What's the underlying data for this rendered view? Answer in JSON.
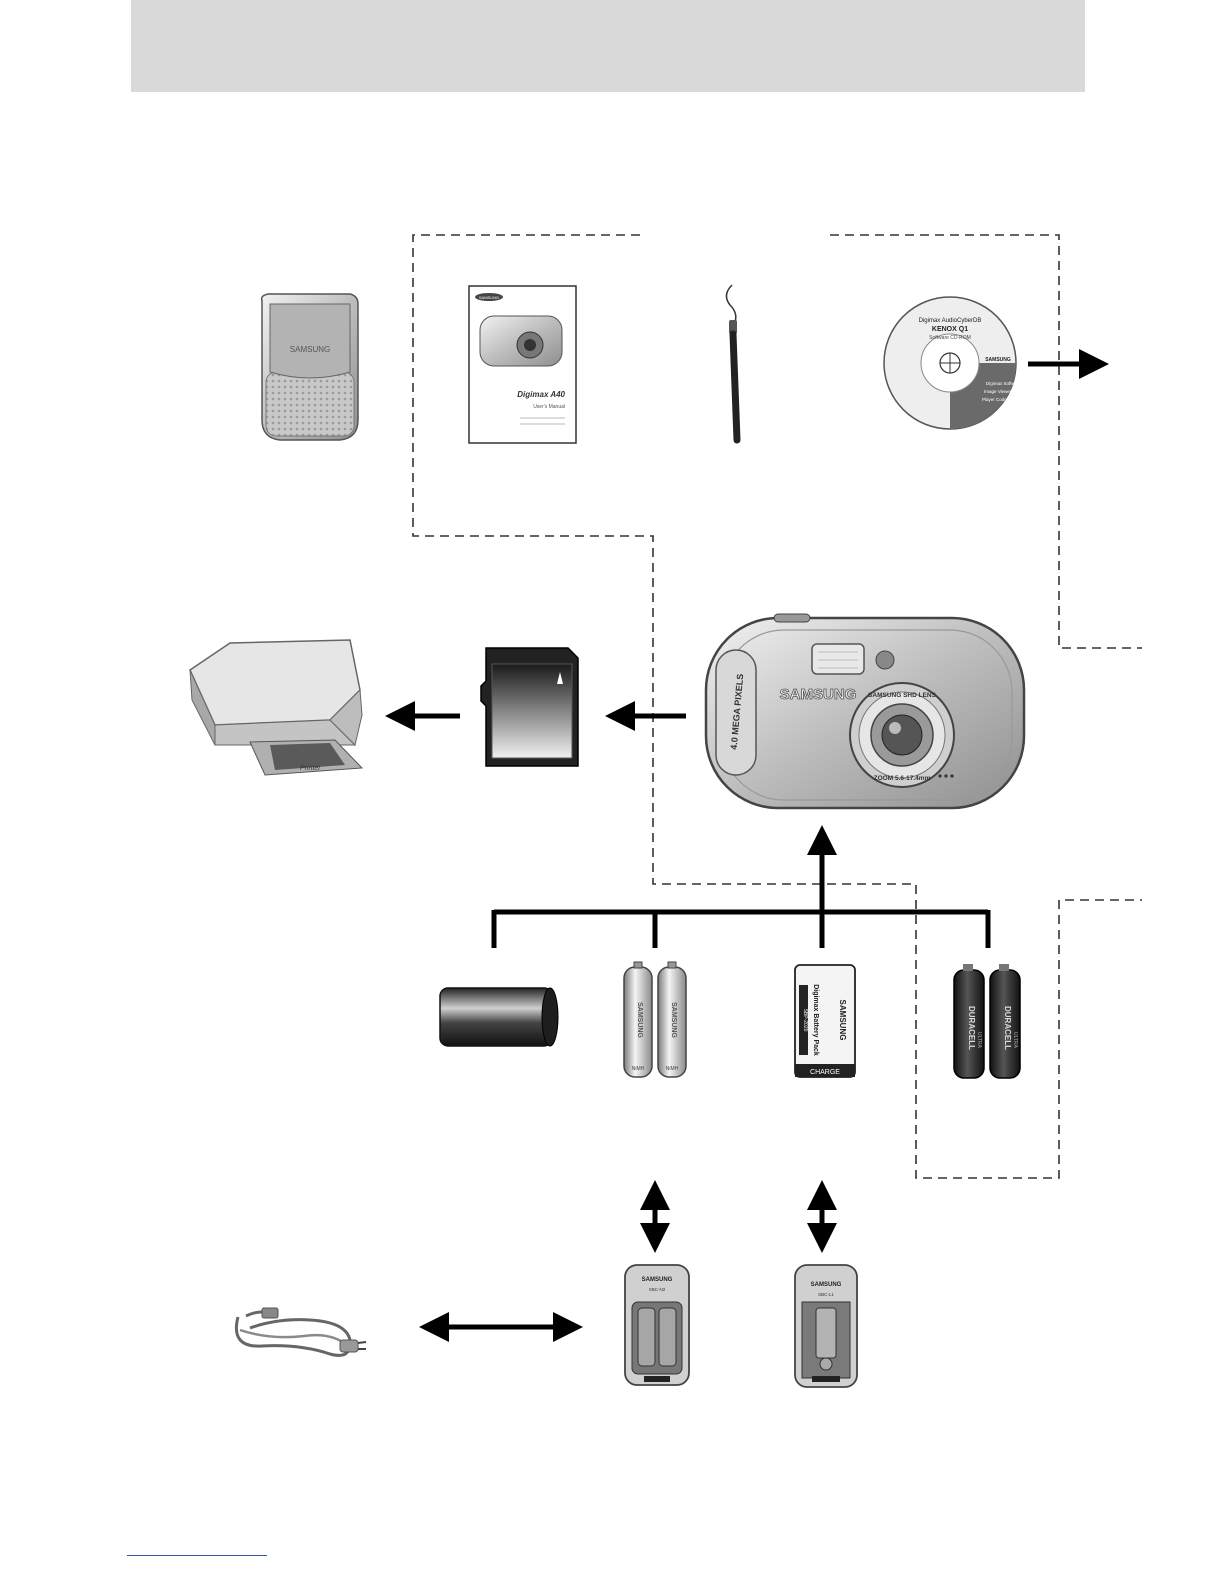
{
  "header": {
    "title": ""
  },
  "diagram": {
    "camera": {
      "brand": "SAMSUNG",
      "megapixel_label": "4.0 MEGA PIXELS",
      "lens_label": "SAMSUNG SHD LENS",
      "zoom_label": "ZOOM 5.6-17.4mm"
    },
    "manual": {
      "brand": "SAMSUNG",
      "model": "Digimax A40",
      "subtitle": "User's Manual"
    },
    "cd": {
      "title": "Digimax AudioCyberDB",
      "kenox": "KENOX Q1",
      "sub": "Software CD-ROM",
      "brand": "SAMSUNG",
      "items": [
        "Digimax Software",
        "Image Viewer",
        "Player Codec"
      ]
    },
    "case": {
      "brand": "SAMSUNG"
    },
    "printer": {
      "paper_label": "Printer"
    },
    "batteries": {
      "aa_brand": "SAMSUNG",
      "aa_type": "NiMH",
      "pack_brand": "SAMSUNG",
      "pack_title": "Digimax Battery Pack",
      "pack_model": "SBP-2020",
      "pack_charge": "CHARGE",
      "alk_brand": "DURACELL",
      "alk_type": "ULTRA"
    },
    "chargers": [
      {
        "brand": "SAMSUNG",
        "model": "SBC-N2"
      },
      {
        "brand": "SAMSUNG",
        "model": "SBC-L1"
      }
    ]
  }
}
